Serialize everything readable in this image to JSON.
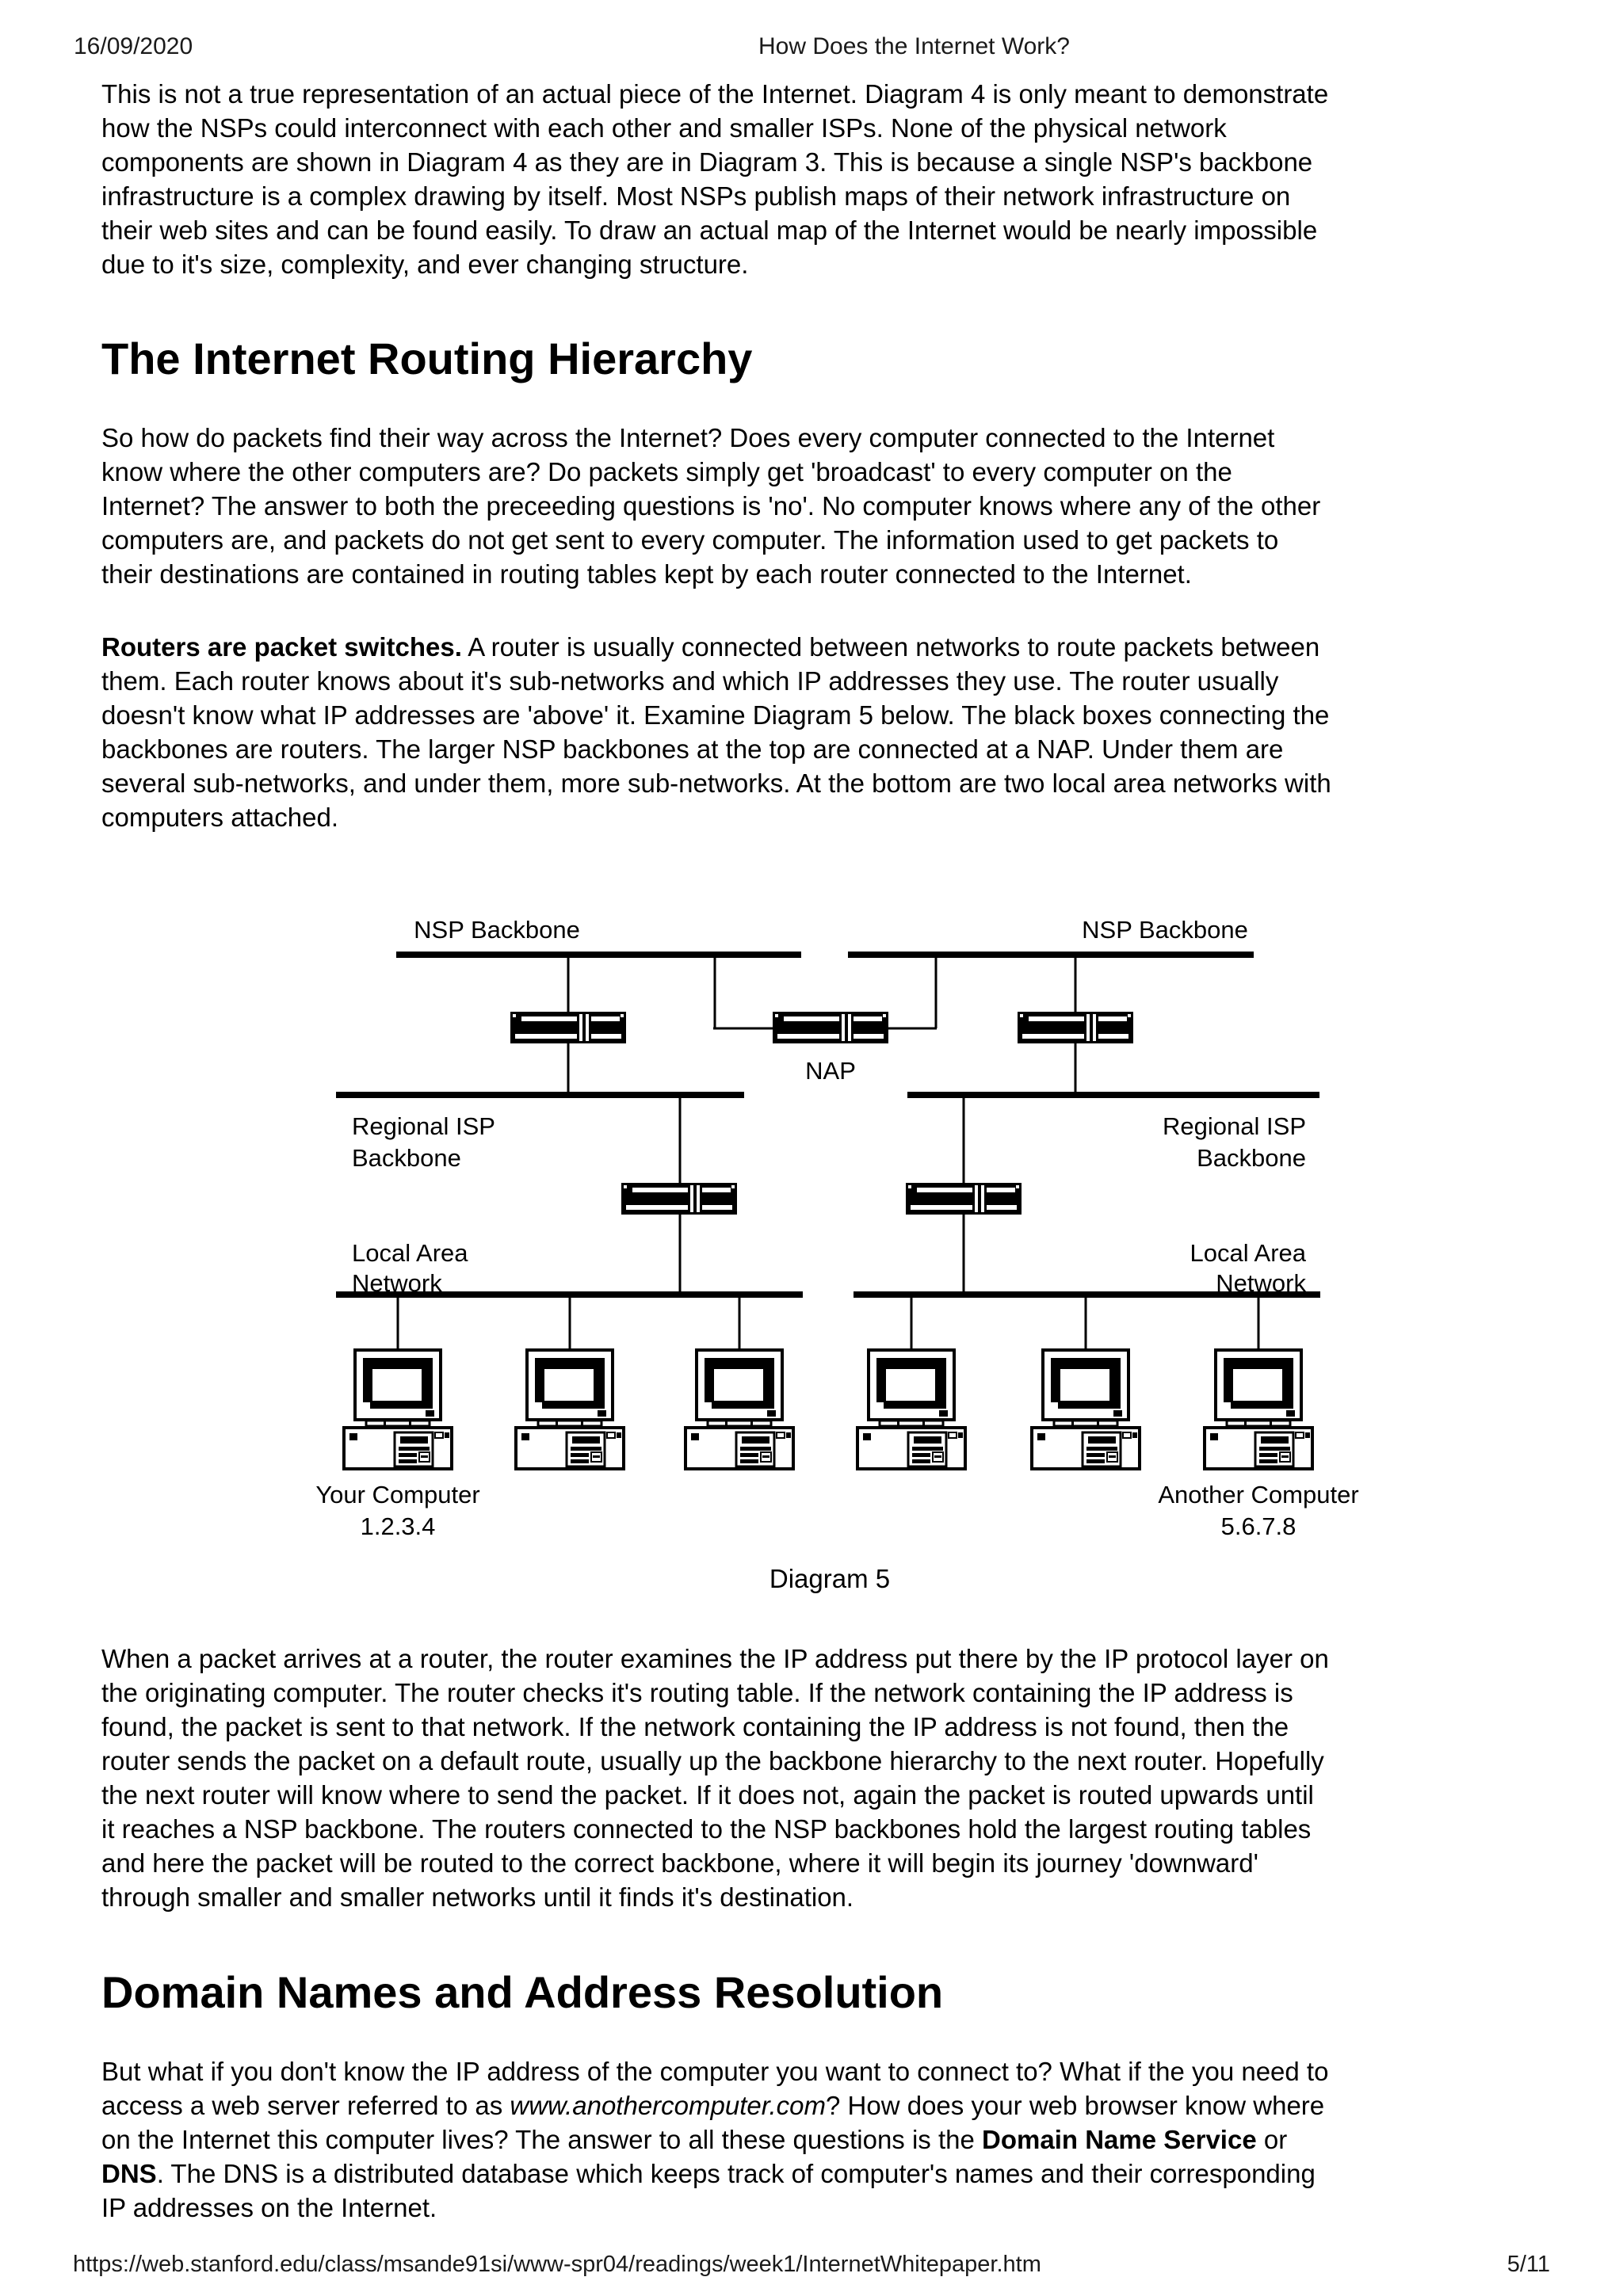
{
  "header": {
    "date": "16/09/2020",
    "title": "How Does the Internet Work?"
  },
  "headings": {
    "routing": "The Internet Routing Hierarchy",
    "domains": "Domain Names and Address Resolution"
  },
  "paragraphs": {
    "intro": [
      {
        "t": "This is not a true representation of an actual piece of the Internet. Diagram 4 is only meant to demonstrate",
        "br": true
      },
      {
        "t": "how the NSPs could interconnect with each other and smaller ISPs. None of the physical network",
        "br": true
      },
      {
        "t": "components are shown in Diagram 4 as they are in Diagram 3. This is because a single NSP's backbone",
        "br": true
      },
      {
        "t": "infrastructure is a complex drawing by itself. Most NSPs publish maps of their network infrastructure on",
        "br": true
      },
      {
        "t": "their web sites and can be found easily. To draw an actual map of the Internet would be nearly impossible",
        "br": true
      },
      {
        "t": "due to it's size, complexity, and ever changing structure."
      }
    ],
    "packets": [
      {
        "t": "So how do packets find their way across the Internet? Does every computer connected to the Internet",
        "br": true
      },
      {
        "t": "know where the other computers are? Do packets simply get 'broadcast' to every computer on the",
        "br": true
      },
      {
        "t": "Internet? The answer to both the preceeding questions is 'no'. No computer knows where any of the other",
        "br": true
      },
      {
        "t": "computers are, and packets do not get sent to every computer. The information used to get packets to",
        "br": true
      },
      {
        "t": "their destinations are contained in routing tables kept by each router connected to the Internet."
      }
    ],
    "routers": [
      {
        "t": "Routers are packet switches.",
        "b": true
      },
      {
        "t": " A router is usually connected between networks to route packets between",
        "br": true
      },
      {
        "t": "them. Each router knows about it's sub-networks and which IP addresses they use. The router usually",
        "br": true
      },
      {
        "t": "doesn't know what IP addresses are 'above' it. Examine Diagram 5 below. The black boxes connecting the",
        "br": true
      },
      {
        "t": "backbones are routers. The larger NSP backbones at the top are connected at a NAP. Under them are",
        "br": true
      },
      {
        "t": "several sub-networks, and under them, more sub-networks. At the bottom are two local area networks with",
        "br": true
      },
      {
        "t": "computers attached."
      }
    ],
    "arrival": [
      {
        "t": "When a packet arrives at a router, the router examines the IP address put there by the IP protocol layer on",
        "br": true
      },
      {
        "t": "the originating computer. The router checks it's routing table. If the network containing the IP address is",
        "br": true
      },
      {
        "t": "found, the packet is sent to that network. If the network containing the IP address is not found, then the",
        "br": true
      },
      {
        "t": "router sends the packet on a default route, usually up the backbone hierarchy to the next router. Hopefully",
        "br": true
      },
      {
        "t": "the next router will know where to send the packet. If it does not, again the packet is routed upwards until",
        "br": true
      },
      {
        "t": "it reaches a NSP backbone. The routers connected to the NSP backbones hold the largest routing tables",
        "br": true
      },
      {
        "t": "and here the packet will be routed to the correct backbone, where it will begin its journey 'downward'",
        "br": true
      },
      {
        "t": "through smaller and smaller networks until it finds it's destination."
      }
    ],
    "dns": [
      {
        "t": "But what if you don't know the IP address of the computer you want to connect to? What if the you need to",
        "br": true
      },
      {
        "t": "access a web server referred to as "
      },
      {
        "t": "www.anothercomputer.com",
        "i": true
      },
      {
        "t": "? How does your web browser know where",
        "br": true
      },
      {
        "t": "on the Internet this computer lives? The answer to all these questions is the "
      },
      {
        "t": "Domain Name Service",
        "b": true
      },
      {
        "t": " or",
        "br": true
      },
      {
        "t": "DNS",
        "b": true
      },
      {
        "t": ". The DNS is a distributed database which keeps track of computer's names and their corresponding",
        "br": true
      },
      {
        "t": "IP addresses on the Internet."
      }
    ]
  },
  "diagram": {
    "nsp_left": "NSP Backbone",
    "nsp_right": "NSP Backbone",
    "nap": "NAP",
    "regional_left_1": "Regional ISP",
    "regional_left_2": "Backbone",
    "regional_right_1": "Regional ISP",
    "regional_right_2": "Backbone",
    "lan_left_1": "Local Area",
    "lan_left_2": "Network",
    "lan_right_1": "Local Area",
    "lan_right_2": "Network",
    "your_computer": "Your Computer",
    "your_ip": "1.2.3.4",
    "another_computer": "Another Computer",
    "another_ip": "5.6.7.8",
    "caption": "Diagram 5"
  },
  "footer": {
    "url": "https://web.stanford.edu/class/msande91si/www-spr04/readings/week1/InternetWhitepaper.htm",
    "page": "5/11"
  },
  "colors": {
    "ink": "#000000",
    "paper": "#ffffff"
  }
}
